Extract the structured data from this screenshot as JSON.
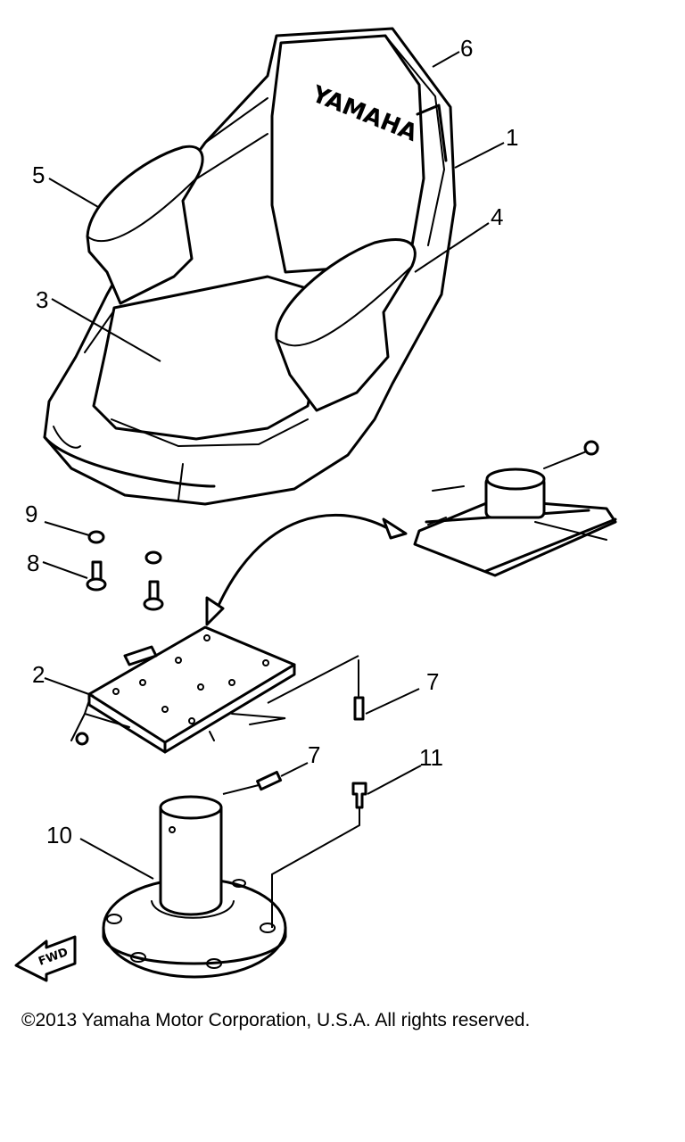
{
  "brand_text": "YAMAHA",
  "fwd_label": "FWD",
  "copyright": "©2013 Yamaha Motor Corporation, U.S.A. All rights reserved.",
  "callouts": {
    "c1": "1",
    "c2": "2",
    "c3": "3",
    "c4": "4",
    "c5": "5",
    "c6": "6",
    "c7a": "7",
    "c7b": "7",
    "c8": "8",
    "c9": "9",
    "c10": "10",
    "c11": "11"
  }
}
